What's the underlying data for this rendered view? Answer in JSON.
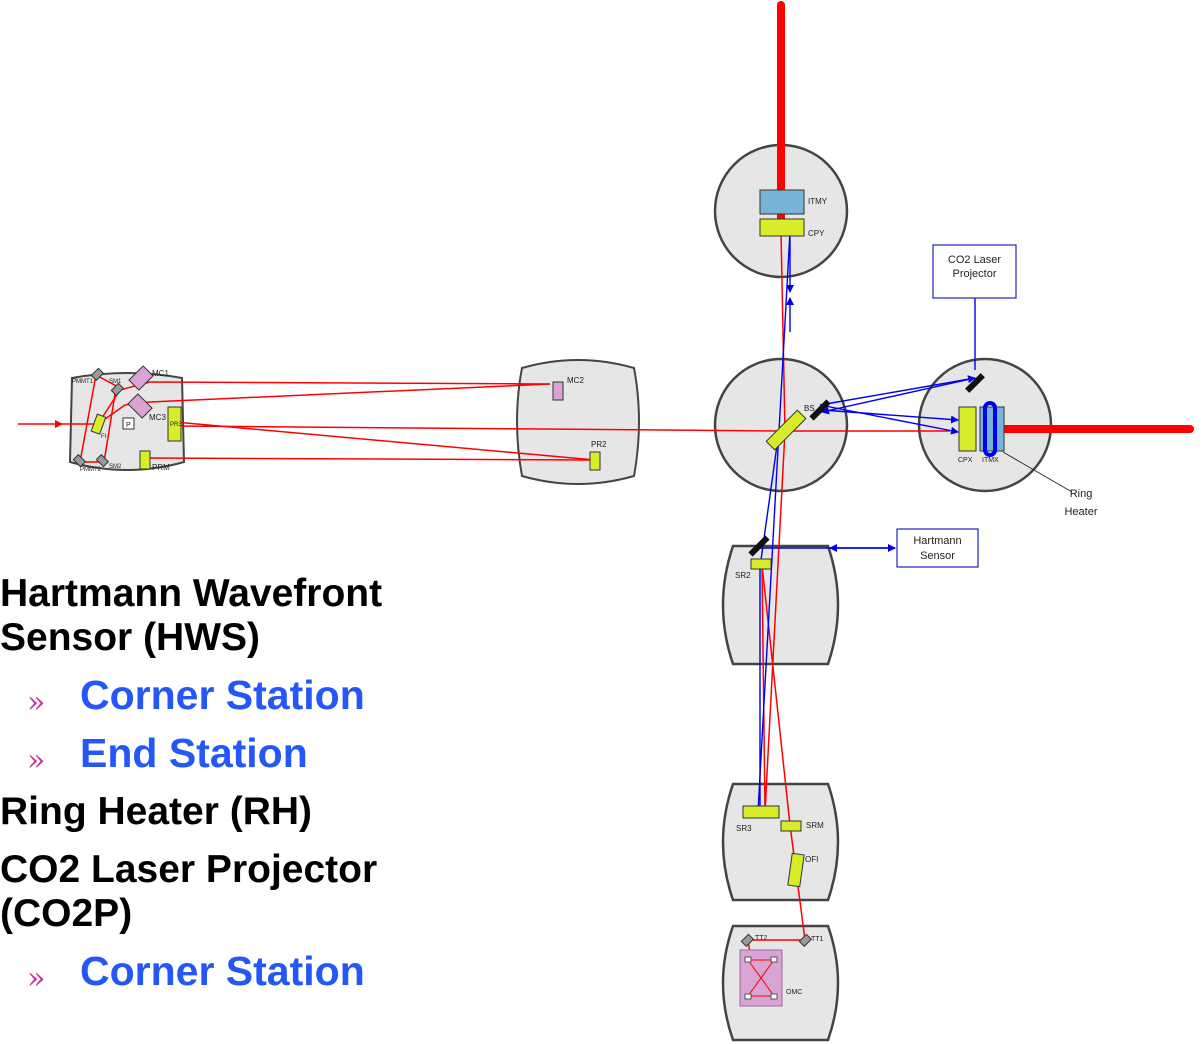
{
  "labels": {
    "pmmt1": "PMMT1",
    "sm1": "SM1",
    "mc1": "MC1",
    "mc3": "MC3",
    "p": "P",
    "pr3": "PR3",
    "fi": "FI",
    "pmmt2": "PMMT2",
    "sm2": "SM2",
    "prm": "PRM",
    "mc2": "MC2",
    "pr2": "PR2",
    "itmy": "ITMY",
    "cpy": "CPY",
    "bs": "BS",
    "cpx": "CPX",
    "itmx": "ITMX",
    "co2_line1": "CO2 Laser",
    "co2_line2": "Projector",
    "ring_line1": "Ring",
    "ring_line2": "Heater",
    "hart_line1": "Hartmann",
    "hart_line2": "Sensor",
    "sr2": "SR2",
    "sr3": "SR3",
    "srm": "SRM",
    "ofi": "OFI",
    "tt1": "TT1",
    "tt2": "TT2",
    "omc": "OMC"
  },
  "bullets": {
    "hws_line1": "Hartmann Wavefront",
    "hws_line2": "Sensor (HWS)",
    "hws_corner": "Corner Station",
    "hws_end": "End Station",
    "rh": "Ring Heater (RH)",
    "co2p_line1": "CO2 Laser Projector",
    "co2p_line2": "(CO2P)",
    "co2p_corner": "Corner Station",
    "sub_marker": "»"
  },
  "colors": {
    "main_beam": "#ff0000",
    "probe_beam": "#0000ee",
    "chamber_fill": "#e6e6e6",
    "optic_yellow": "#d8ec2a",
    "test_mass_blue": "#78b4d8",
    "mode_cleaner_purple": "#d9a3d4",
    "subitem_blue": "#2457f5",
    "marker_pink": "#cc3399"
  }
}
